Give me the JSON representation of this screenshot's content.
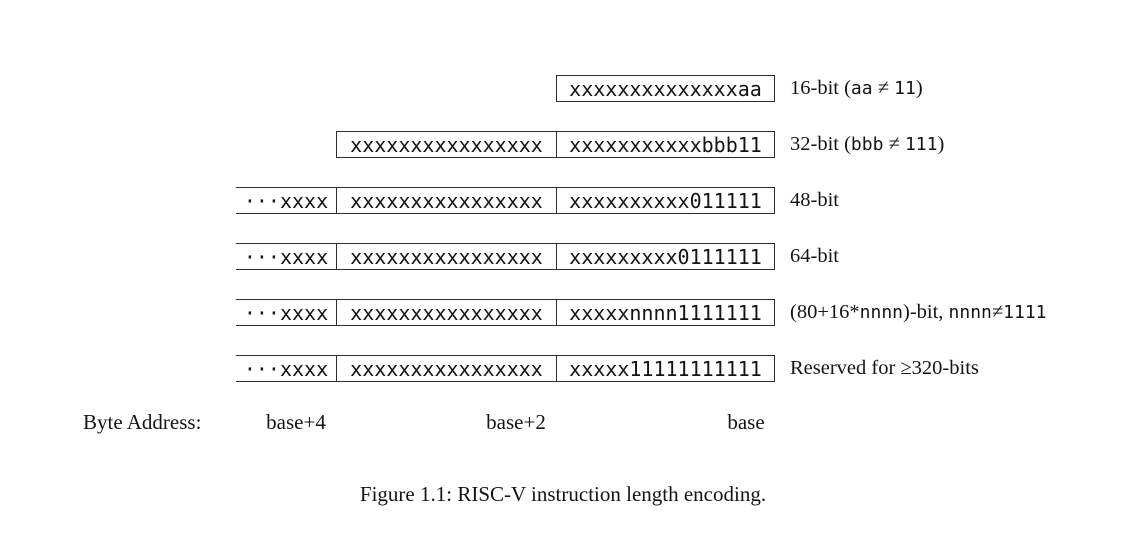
{
  "page": {
    "background": "#ffffff",
    "text_color": "#141414",
    "box_border_color": "#2e2e2e"
  },
  "figure": {
    "caption": "Figure 1.1: RISC-V instruction length encoding."
  },
  "encoding_rows": [
    {
      "bit_length_label": "16-bit (aa ≠ 11)",
      "label_segments": [
        {
          "text": "16-bit (",
          "mono": false
        },
        {
          "text": "aa",
          "mono": true
        },
        {
          "text": " ≠ ",
          "mono": false
        },
        {
          "text": "11",
          "mono": true
        },
        {
          "text": ")",
          "mono": false
        }
      ],
      "cells": {
        "continuation": null,
        "mid_parcel": null,
        "base_parcel": "xxxxxxxxxxxxxxaa"
      }
    },
    {
      "bit_length_label": "32-bit (bbb ≠ 111)",
      "label_segments": [
        {
          "text": "32-bit (",
          "mono": false
        },
        {
          "text": "bbb",
          "mono": true
        },
        {
          "text": " ≠ ",
          "mono": false
        },
        {
          "text": "111",
          "mono": true
        },
        {
          "text": ")",
          "mono": false
        }
      ],
      "cells": {
        "continuation": null,
        "mid_parcel": "xxxxxxxxxxxxxxxx",
        "base_parcel": "xxxxxxxxxxxbbb11"
      }
    },
    {
      "bit_length_label": "48-bit",
      "label_segments": [
        {
          "text": "48-bit",
          "mono": false
        }
      ],
      "cells": {
        "continuation": "···xxxx",
        "mid_parcel": "xxxxxxxxxxxxxxxx",
        "base_parcel": "xxxxxxxxxx011111"
      }
    },
    {
      "bit_length_label": "64-bit",
      "label_segments": [
        {
          "text": "64-bit",
          "mono": false
        }
      ],
      "cells": {
        "continuation": "···xxxx",
        "mid_parcel": "xxxxxxxxxxxxxxxx",
        "base_parcel": "xxxxxxxxx0111111"
      }
    },
    {
      "bit_length_label": "(80+16*nnnn)-bit, nnnn≠1111",
      "label_segments": [
        {
          "text": "(80+16*",
          "mono": false
        },
        {
          "text": "nnnn",
          "mono": true
        },
        {
          "text": ")-bit, ",
          "mono": false
        },
        {
          "text": "nnnn",
          "mono": true
        },
        {
          "text": "≠",
          "mono": false
        },
        {
          "text": "1111",
          "mono": true
        }
      ],
      "cells": {
        "continuation": "···xxxx",
        "mid_parcel": "xxxxxxxxxxxxxxxx",
        "base_parcel": "xxxxxnnnn1111111"
      }
    },
    {
      "bit_length_label": "Reserved for ≥320-bits",
      "label_segments": [
        {
          "text": "Reserved for ≥320-bits",
          "mono": false
        }
      ],
      "cells": {
        "continuation": "···xxxx",
        "mid_parcel": "xxxxxxxxxxxxxxxx",
        "base_parcel": "xxxxx11111111111"
      }
    }
  ],
  "byte_address": {
    "title": "Byte Address:",
    "labels": [
      "base+4",
      "base+2",
      "base"
    ]
  }
}
